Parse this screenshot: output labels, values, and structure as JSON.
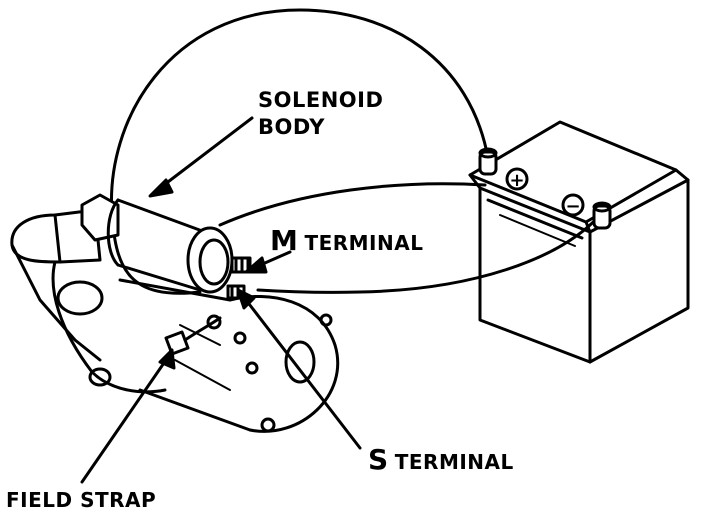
{
  "labels": {
    "solenoid_line1": "SOLENOID",
    "solenoid_line2": "BODY",
    "m_letter": "M",
    "m_rest": "TERMINAL",
    "s_letter": "S",
    "s_rest": "TERMINAL",
    "field_strap": "FIELD STRAP"
  },
  "battery": {
    "plus_symbol": "+",
    "minus_symbol": "−"
  },
  "colors": {
    "ink": "#000000",
    "paper": "#ffffff"
  }
}
